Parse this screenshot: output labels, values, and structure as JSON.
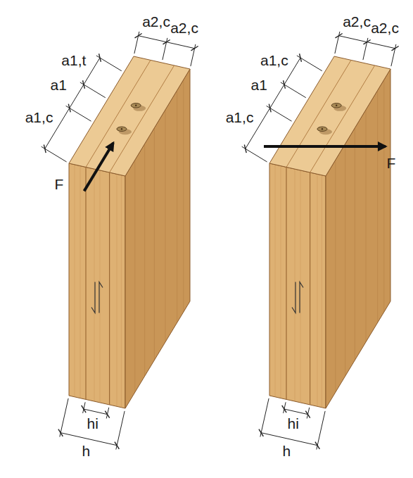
{
  "diagram": {
    "labels": [
      "a2,c",
      "a2,c",
      "a1,t",
      "a1",
      "a1,c",
      "F",
      "hi",
      "h",
      "a2,c",
      "a2,c",
      "a1,c",
      "a1",
      "a1,c",
      "F",
      "hi",
      "h"
    ]
  }
}
